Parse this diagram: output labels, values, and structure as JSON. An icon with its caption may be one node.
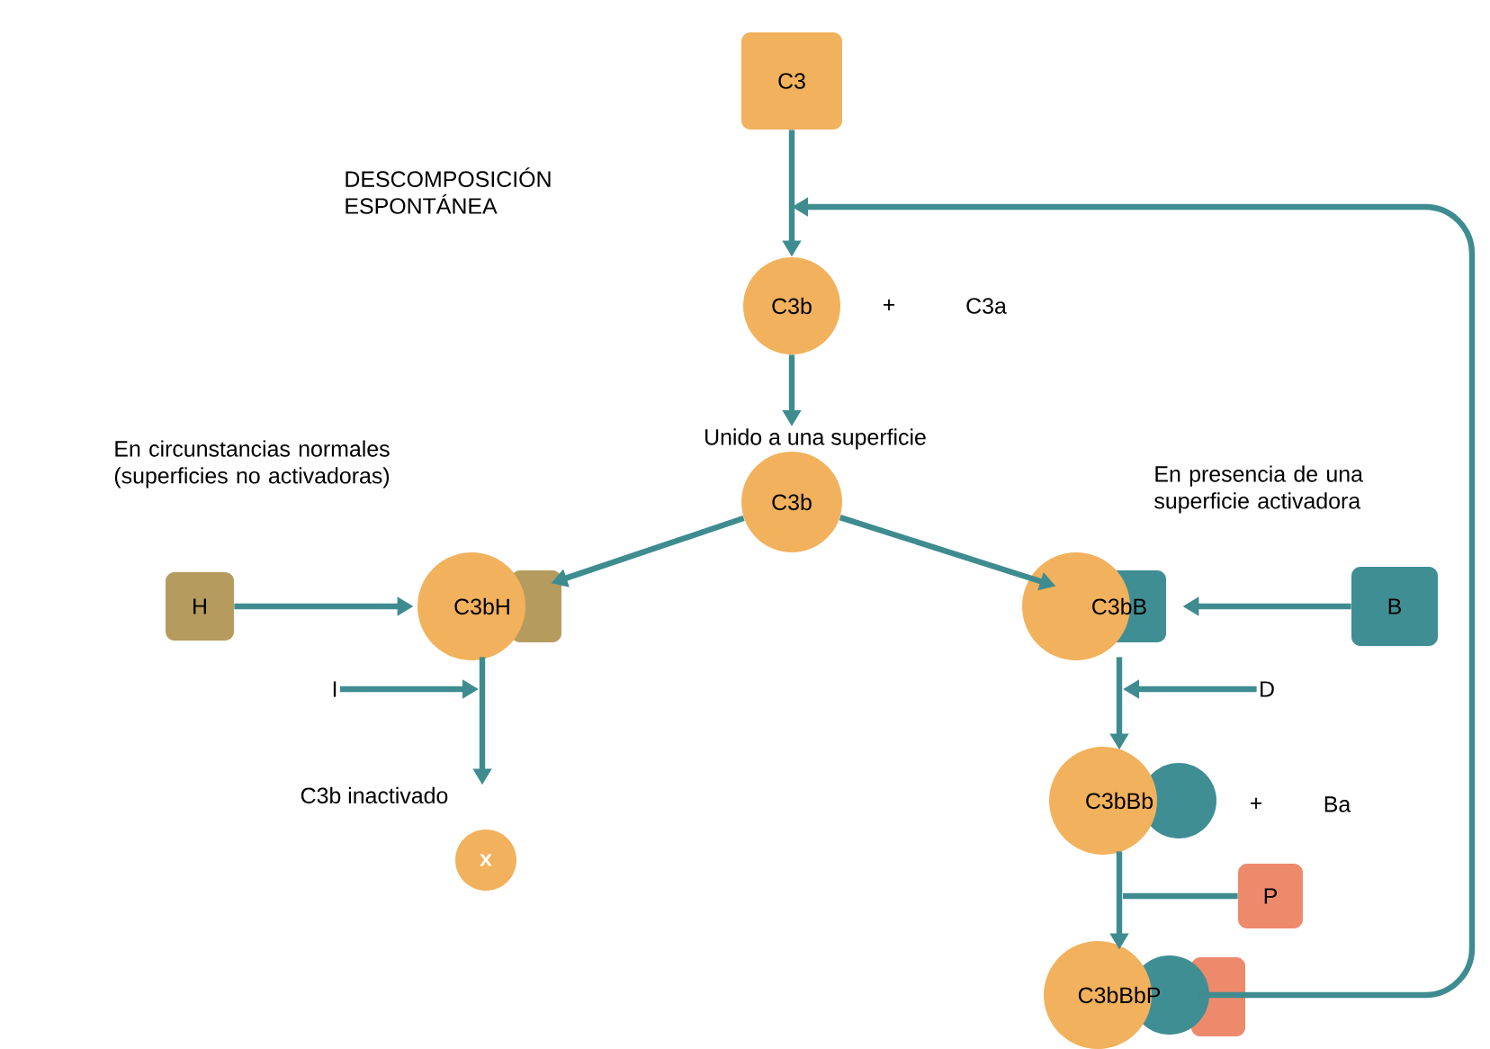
{
  "diagram": {
    "nodes": [
      {
        "text": [
          "C3"
        ]
      },
      {
        "text": [
          "C3b"
        ]
      },
      {
        "text": [
          "C3b"
        ],
        "beside": [
          "Unido a una superficie"
        ]
      },
      {
        "text": [
          "C3bH"
        ]
      },
      {
        "text": [
          "H"
        ]
      },
      {
        "text": [
          "I"
        ]
      },
      {
        "text": [
          "x"
        ],
        "beside": [
          "C3b inactivado"
        ]
      },
      {
        "text": [
          "C3bB"
        ]
      },
      {
        "text": [
          "B"
        ]
      },
      {
        "text": [
          "D"
        ]
      },
      {
        "text": [
          "C3bBb"
        ]
      },
      {
        "text": [
          "P"
        ]
      },
      {
        "text": [
          "C3bBbP"
        ]
      }
    ],
    "edges": [
      {
        "from": 0,
        "to": 1,
        "arrow": "to"
      },
      {
        "from": 1,
        "to": 2,
        "arrow": "to"
      },
      {
        "from": 2,
        "to": 3,
        "arrow": "to"
      },
      {
        "from": 2,
        "to": 7,
        "arrow": "to"
      },
      {
        "from": 4,
        "to": 3,
        "arrow": "to"
      },
      {
        "from": 5,
        "to": null,
        "arrow": "to"
      },
      {
        "from": 3,
        "to": 6,
        "arrow": "to"
      },
      {
        "from": 8,
        "to": 7,
        "arrow": "to"
      },
      {
        "from": 9,
        "to": null,
        "arrow": "to"
      },
      {
        "from": 7,
        "to": 10,
        "arrow": "to"
      },
      {
        "from": 11,
        "to": null,
        "arrow": "none"
      },
      {
        "from": 10,
        "to": 12,
        "arrow": "to"
      },
      {
        "from": 12,
        "to": 1,
        "arrow": "to"
      }
    ],
    "labels": [
      "DESCOMPOSICIÓN ESPONTÁNEA",
      "+",
      "C3a",
      "En circunstancias normales (superficies no activadoras)",
      "En presencia de una superficie activadora",
      "+",
      "Ba"
    ]
  }
}
